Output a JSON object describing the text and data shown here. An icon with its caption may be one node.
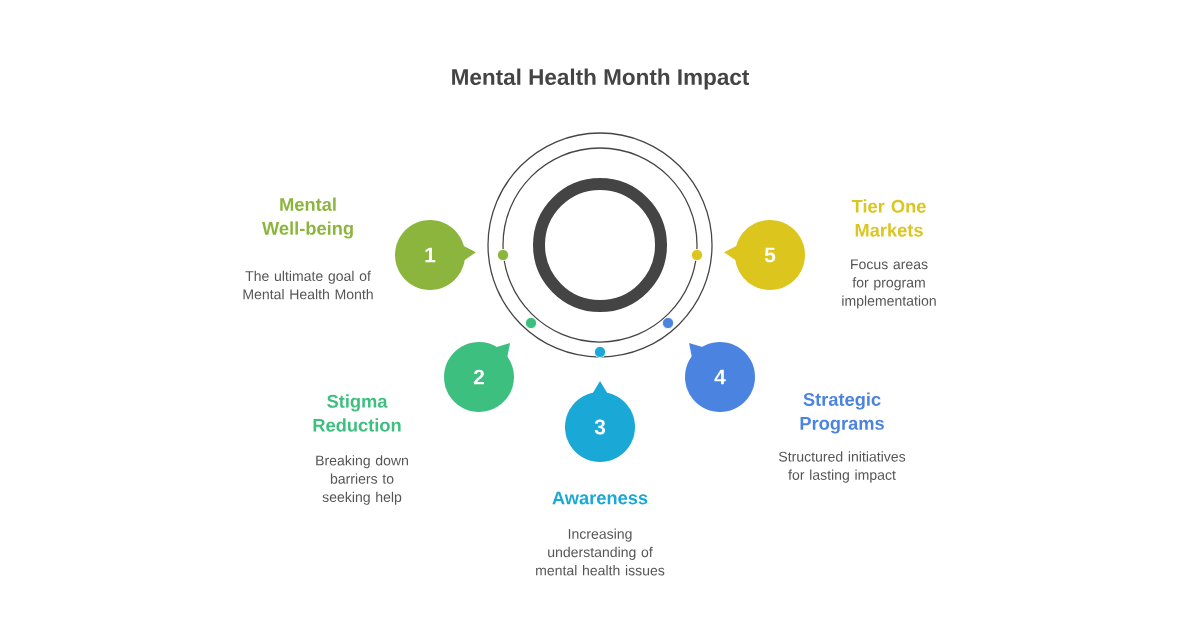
{
  "diagram": {
    "title": "Mental Health Month Impact",
    "nodes": [
      {
        "text": [
          "1"
        ],
        "beside": [
          "Mental Well-being",
          "The ultimate goal of Mental Health Month"
        ]
      },
      {
        "text": [
          "2"
        ],
        "beside": [
          "Stigma Reduction",
          "Breaking down barriers to seeking help"
        ]
      },
      {
        "text": [
          "3"
        ],
        "beside": [
          "Awareness",
          "Increasing understanding of mental health issues"
        ]
      },
      {
        "text": [
          "4"
        ],
        "beside": [
          "Strategic Programs",
          "Structured initiatives for lasting impact"
        ]
      },
      {
        "text": [
          "5"
        ],
        "beside": [
          "Tier One Markets",
          "Focus areas for program implementation"
        ]
      }
    ]
  }
}
